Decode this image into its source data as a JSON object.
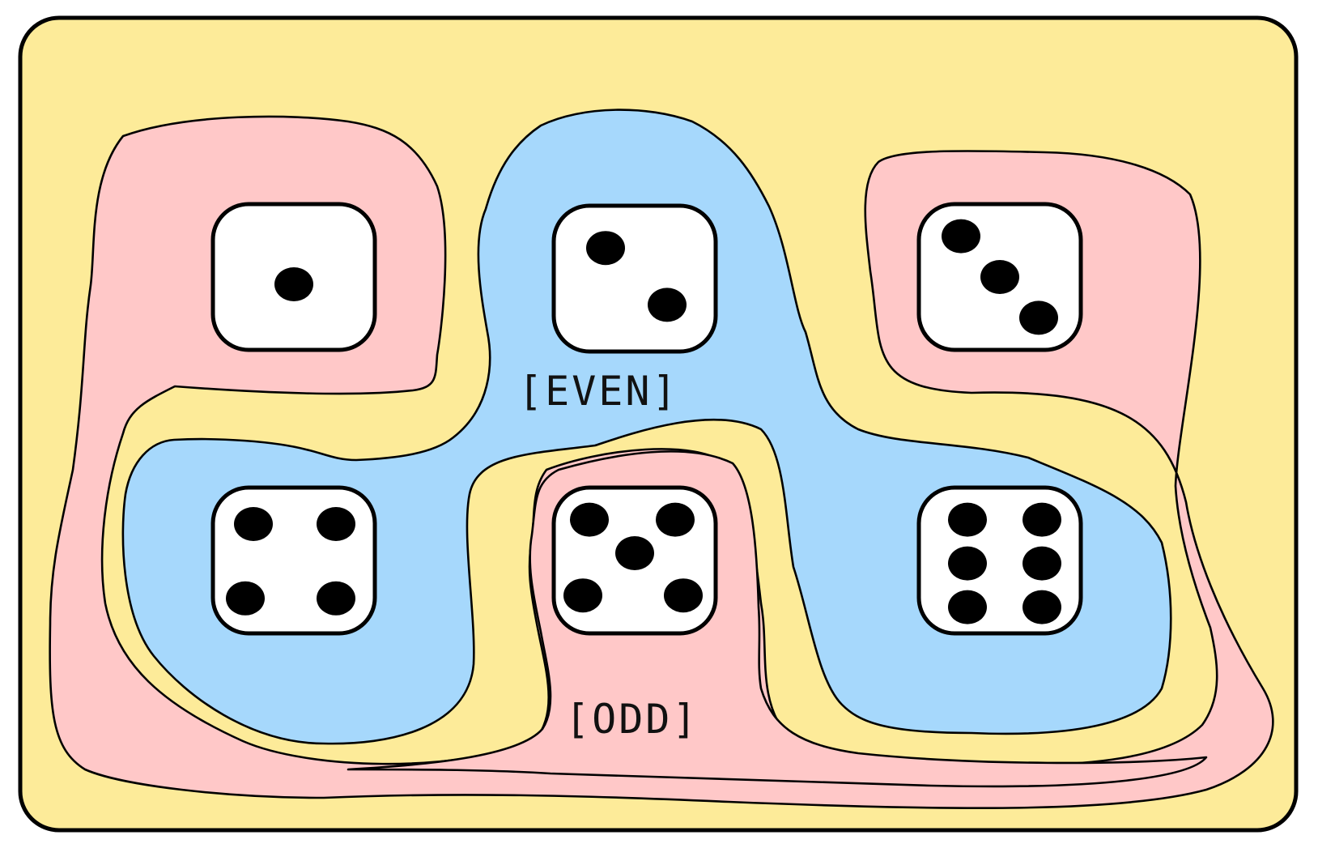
{
  "colors": {
    "universe": "#fdeb99",
    "odd_region": "#ffc8c8",
    "even_region": "#a6d8fc",
    "outline": "#000000",
    "die_face": "#ffffff",
    "pip": "#000000"
  },
  "labels": {
    "even": "[EVEN]",
    "odd": "[ODD]"
  },
  "dice": [
    {
      "name": "die-one",
      "value": 1,
      "set": "odd"
    },
    {
      "name": "die-two",
      "value": 2,
      "set": "even"
    },
    {
      "name": "die-three",
      "value": 3,
      "set": "odd"
    },
    {
      "name": "die-four",
      "value": 4,
      "set": "even"
    },
    {
      "name": "die-five",
      "value": 5,
      "set": "odd"
    },
    {
      "name": "die-six",
      "value": 6,
      "set": "even"
    }
  ]
}
